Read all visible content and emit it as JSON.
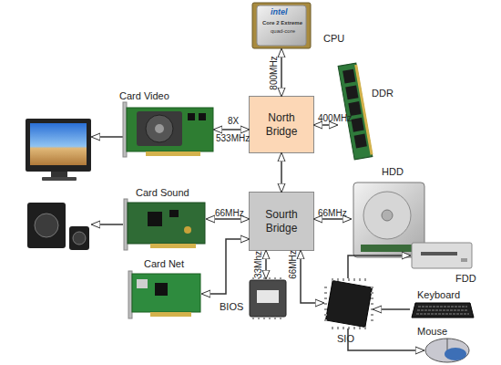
{
  "diagram": {
    "nodes": [
      {
        "text": [
          "CPU"
        ]
      },
      {
        "text": [
          "DDR"
        ]
      },
      {
        "text": [
          "Card Video"
        ]
      },
      {
        "text": [
          "North Bridge"
        ]
      },
      {
        "text": [
          "HDD"
        ]
      },
      {
        "text": [
          "Card Sound"
        ]
      },
      {
        "text": [
          "Sourth Bridge"
        ]
      },
      {
        "text": [
          "Card Net"
        ]
      },
      {
        "text": [
          "FDD"
        ]
      },
      {
        "text": [
          "BIOS"
        ]
      },
      {
        "text": [
          "SIO"
        ]
      },
      {
        "text": [
          "Keyboard"
        ]
      },
      {
        "text": [
          "Mouse"
        ]
      }
    ],
    "edges": [
      {
        "from": 0,
        "to": 3,
        "arrow": "both",
        "label": "800MHz"
      },
      {
        "from": 2,
        "to": 3,
        "arrow": "both",
        "label": "8X"
      },
      {
        "from": 3,
        "to": 1,
        "arrow": "both",
        "label": "400MHz"
      },
      {
        "from": 3,
        "to": 6,
        "arrow": "both"
      },
      {
        "from": 6,
        "to": 5,
        "arrow": "both",
        "label": "66MHz"
      },
      {
        "from": 6,
        "to": 7,
        "arrow": "both"
      },
      {
        "from": 6,
        "to": 4,
        "arrow": "both",
        "label": "66MHz"
      },
      {
        "from": 6,
        "to": 9,
        "arrow": "both",
        "label": "33Mhz"
      },
      {
        "from": 6,
        "to": 10,
        "arrow": "both",
        "label": "66MHz"
      },
      {
        "from": 10,
        "to": 8,
        "arrow": "to"
      },
      {
        "from": 11,
        "to": 10,
        "arrow": "to"
      },
      {
        "from": 10,
        "to": 12,
        "arrow": "to"
      }
    ],
    "labels": [
      "533MHz",
      "intel",
      "Core 2 Extreme",
      "quad-core"
    ]
  }
}
